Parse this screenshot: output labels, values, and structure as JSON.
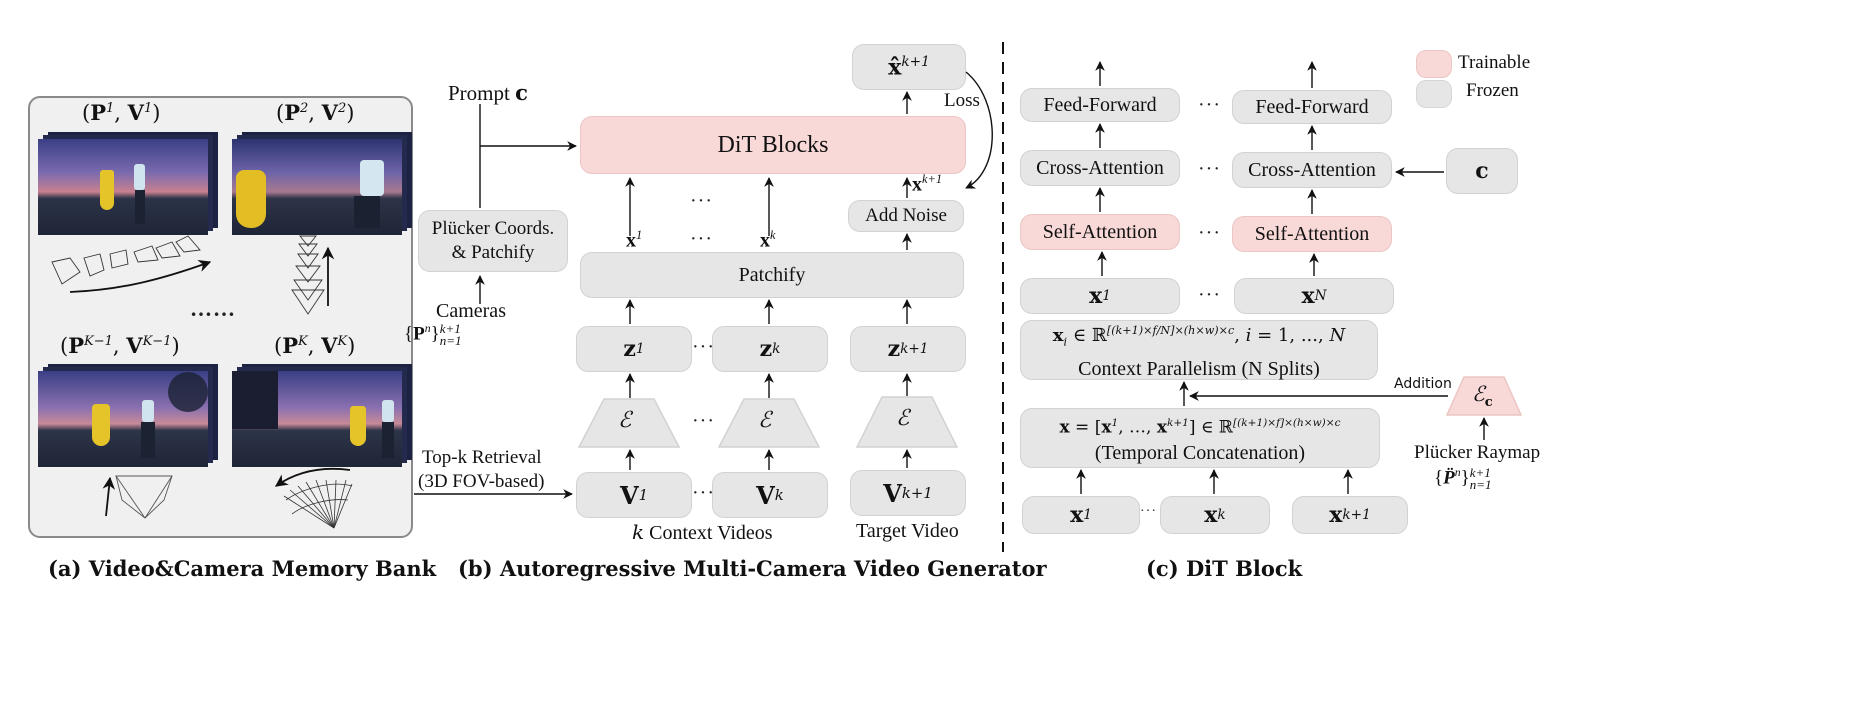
{
  "panel_a": {
    "caption": "(a) Video&Camera Memory Bank",
    "pairs": [
      {
        "label_html": "(<b>P</b><sup>1</sup>, <b>V</b><sup>1</sup>)",
        "label": "(P^1, V^1)",
        "camera_motion": "rightward-arc"
      },
      {
        "label_html": "(<b>P</b><sup>2</sup>, <b>V</b><sup>2</sup>)",
        "label": "(P^2, V^2)",
        "camera_motion": "upward"
      },
      {
        "label_html": "(<b>P</b><sup>K−1</sup>, <b>V</b><sup>K−1</sup>)",
        "label": "(P^{K-1}, V^{K-1})",
        "camera_motion": "upward-single"
      },
      {
        "label_html": "(<b>P</b><sup>K</sup>, <b>V</b><sup>K</sup>)",
        "label": "(P^K, V^K)",
        "camera_motion": "leftward-pan"
      }
    ],
    "ellipsis": "……"
  },
  "panel_b": {
    "caption": "(b) Autoregressive Multi-Camera Video Generator",
    "prompt": "Prompt",
    "prompt_symbol": "c",
    "plucker_box": [
      "Plücker Coords.",
      "& Patchify"
    ],
    "cameras_label": "Cameras",
    "cameras_set": "{P^n}_{n=1}^{k+1}",
    "retrieval": [
      "Top-k Retrieval",
      "(3D FOV-based)"
    ],
    "dit_blocks": "DiT Blocks",
    "patchify": "Patchify",
    "add_noise": "Add Noise",
    "loss": "Loss",
    "x_hat": "x̂^{k+1}",
    "x_tokens": [
      "x^1",
      "x^k",
      "x^{k+1}"
    ],
    "z_tokens": [
      "z^1",
      "z^k",
      "z^{k+1}"
    ],
    "encoder": "ℰ",
    "v_tokens": [
      "V^1",
      "V^k",
      "V^{k+1}"
    ],
    "context_label": "Context Videos",
    "context_k": "k",
    "target_label": "Target Video",
    "ellipsis": "···"
  },
  "panel_c": {
    "caption": "(c) DiT Block",
    "legend": [
      {
        "label": "Trainable",
        "color": "#f8d9d8"
      },
      {
        "label": "Frozen",
        "color": "#e6e6e6"
      }
    ],
    "feed_forward": "Feed-Forward",
    "cross_attention": "Cross-Attention",
    "self_attention": "Self-Attention",
    "cond_symbol": "c",
    "splits": [
      "x_1",
      "x_N"
    ],
    "context_parallel_formula": "x_i ∈ ℝ^{[(k+1)×f/N]×(h×w)×c}, i = 1, ..., N",
    "context_parallel_label": "Context Parallelism (N Splits)",
    "addition": "Addition",
    "camera_encoder": "ℰ_c",
    "concat_formula": "x = [x^1, ..., x^{k+1}] ∈ ℝ^{[(k+1)×f]×(h×w)×c}",
    "concat_label": "(Temporal Concatenation)",
    "raymap_label": "Plücker Raymap",
    "raymap_set": "{P̈^n}_{n=1}^{k+1}",
    "inputs": [
      "x^1",
      "x^k",
      "x^{k+1}"
    ],
    "ellipsis": "···"
  },
  "colors": {
    "trainable": "#f8d9d8",
    "frozen": "#e6e6e6",
    "memory_bank_bg": "#f0f0f0"
  }
}
